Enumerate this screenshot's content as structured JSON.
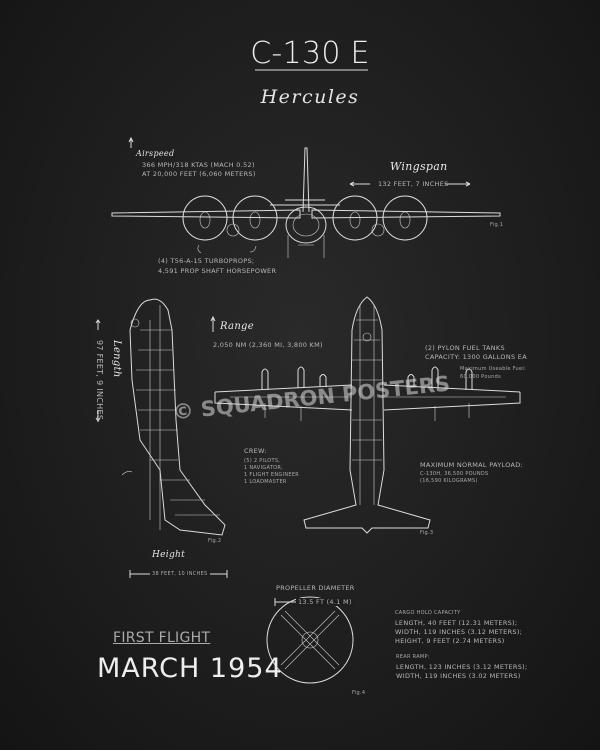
{
  "title": "C-130 E",
  "subtitle": "Hercules",
  "airspeed": {
    "label": "Airspeed",
    "line1": "366 MPH/318 KTAS (MACH 0.52)",
    "line2": "AT 20,000 FEET (6,060 METERS)"
  },
  "wingspan": {
    "label": "Wingspan",
    "value": "132 FEET, 7 INCHES"
  },
  "engines": {
    "line1": "(4) T56-A-15 TURBOPROPS;",
    "line2": "4,591 PROP SHAFT HORSEPOWER"
  },
  "range": {
    "label": "Range",
    "value": "2,050 NM (2,360 MI, 3,800 KM)"
  },
  "fuel": {
    "line1": "(2) PYLON FUEL TANKS",
    "line2": "CAPACITY: 1300 GALLONS EA",
    "line3": "Maximum Useable Fuel:",
    "line4": "60,000 Pounds"
  },
  "crew": {
    "label": "CREW:",
    "lines": [
      "(5) 2 PILOTS,",
      "1 NAVIGATOR,",
      "1 FLIGHT ENGINEER",
      "1 LOADMASTER"
    ]
  },
  "payload": {
    "label": "MAXIMUM NORMAL PAYLOAD:",
    "line1": "C-130H, 36,500 POUNDS",
    "line2": "(16,590 KILOGRAMS)"
  },
  "length": {
    "label": "Length",
    "value": "97 FEET, 9 INCHES"
  },
  "height": {
    "label": "Height",
    "value": "38 FEET, 10 INCHES"
  },
  "propeller": {
    "label": "PROPELLER DIAMETER",
    "value": "13.5 FT (4.1 M)"
  },
  "first_flight": {
    "label": "FIRST FLIGHT",
    "date": "MARCH 1954"
  },
  "cargo": {
    "label": "CARGO HOLD CAPACITY",
    "lines": [
      "LENGTH, 40 FEET (12.31 METERS);",
      "WIDTH, 119 INCHES (3.12 METERS);",
      "HEIGHT, 9 FEET (2.74 METERS)"
    ]
  },
  "ramp": {
    "label": "REAR RAMP:",
    "lines": [
      "LENGTH, 123 INCHES (3.12 METERS);",
      "WIDTH, 119 INCHES (3.02 METERS)"
    ]
  },
  "figs": [
    "Fig.1",
    "Fig.2",
    "Fig.3",
    "Fig.4"
  ],
  "watermark": "© SQUADRON POSTERS"
}
